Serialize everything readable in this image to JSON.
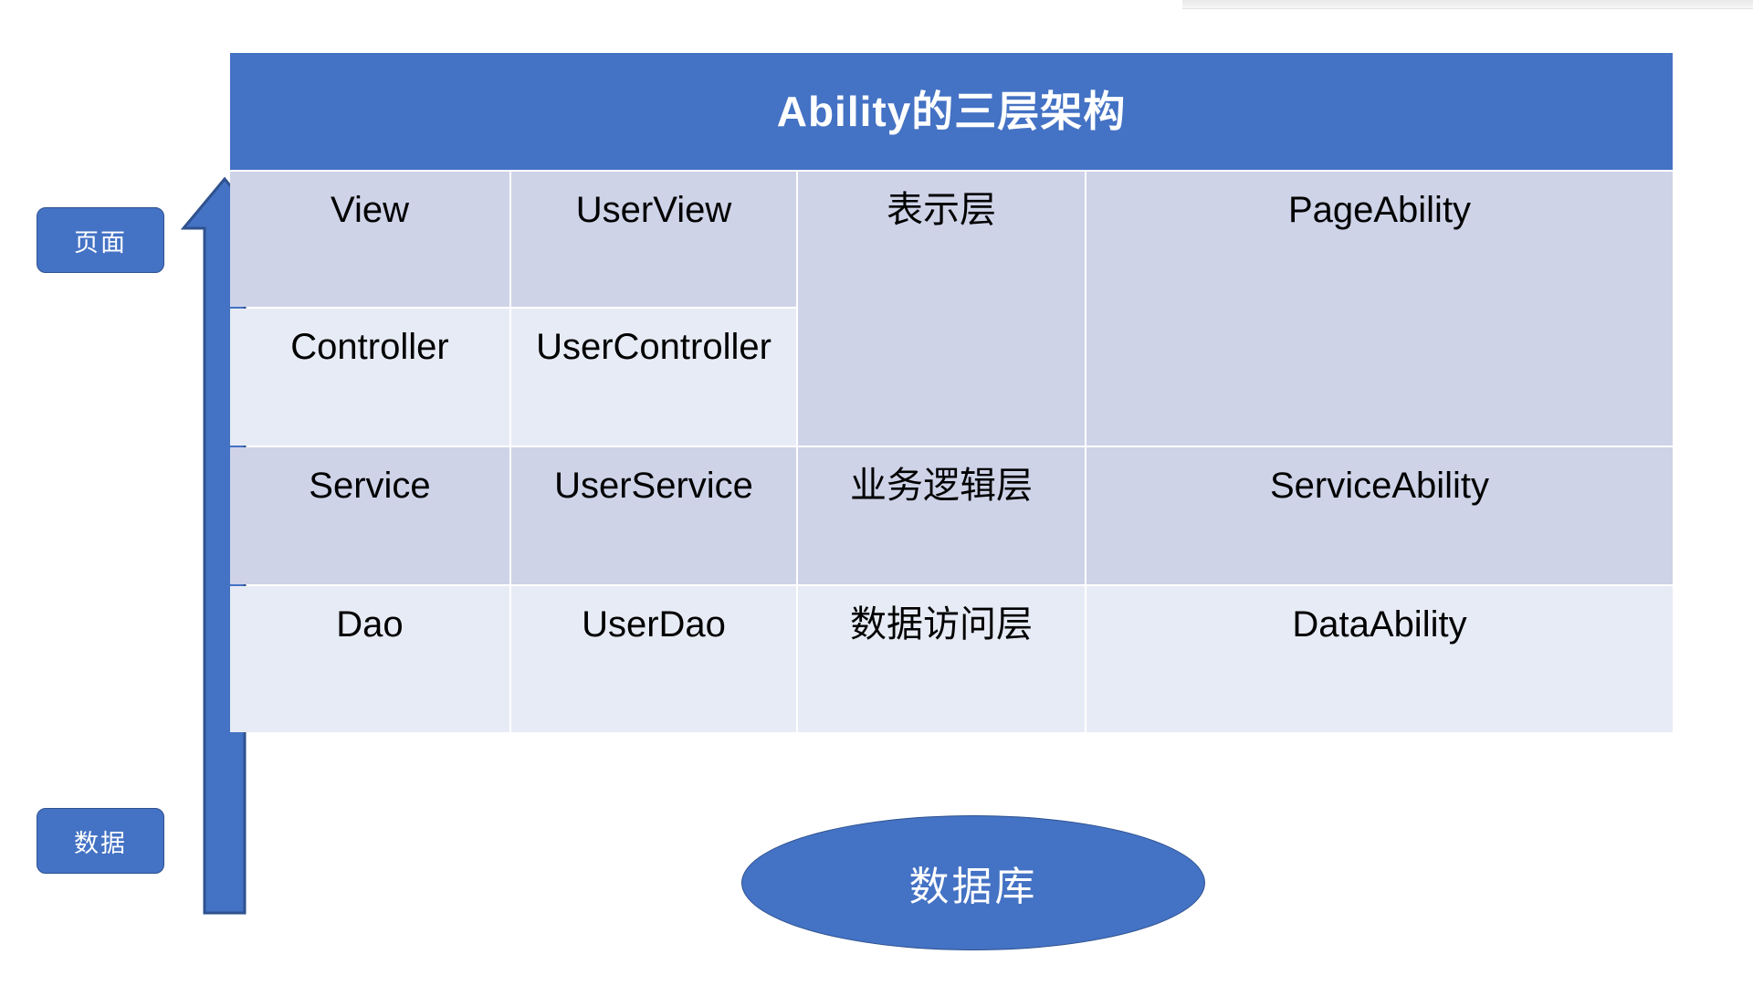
{
  "diagram": {
    "title": "Ability的三层架构",
    "side_tags": [
      {
        "id": "page",
        "label": "页面"
      },
      {
        "id": "data",
        "label": "数据"
      }
    ],
    "arrow": {
      "name": "upward-flow-arrow",
      "direction": "up",
      "color": "#4472C4",
      "outline": "#2F528F"
    },
    "database_node": {
      "label": "数据库",
      "shape": "ellipse",
      "fill": "#4472C4",
      "outline": "#2F528F",
      "text_color": "#FFFFFF"
    },
    "colors": {
      "header_blue": "#4472C4",
      "header_text": "#FFFFFF",
      "band_dark": "#CED3E8",
      "band_light": "#E7EBF5",
      "cell_text": "#000000",
      "top_strip": "#EFEFEF"
    },
    "table": {
      "rows": [
        {
          "band": "band-a",
          "cells": [
            {
              "text": "View",
              "band": "band-a"
            },
            {
              "text": "UserView",
              "band": "band-a"
            },
            {
              "text": "表示层",
              "band": "band-a",
              "rowspan": 2
            },
            {
              "text": "PageAbility",
              "band": "band-a",
              "rowspan": 2
            }
          ]
        },
        {
          "band": "band-b",
          "cells": [
            {
              "text": "Controller",
              "band": "band-b"
            },
            {
              "text": "UserController",
              "band": "band-b"
            }
          ]
        },
        {
          "band": "band-a",
          "cells": [
            {
              "text": "Service",
              "band": "band-a"
            },
            {
              "text": "UserService",
              "band": "band-a"
            },
            {
              "text": "业务逻辑层",
              "band": "band-a"
            },
            {
              "text": "ServiceAbility",
              "band": "band-a"
            }
          ]
        },
        {
          "band": "band-b",
          "cells": [
            {
              "text": "Dao",
              "band": "band-b"
            },
            {
              "text": "UserDao",
              "band": "band-b"
            },
            {
              "text": "数据访问层",
              "band": "band-b"
            },
            {
              "text": "DataAbility",
              "band": "band-b"
            }
          ]
        }
      ]
    }
  }
}
